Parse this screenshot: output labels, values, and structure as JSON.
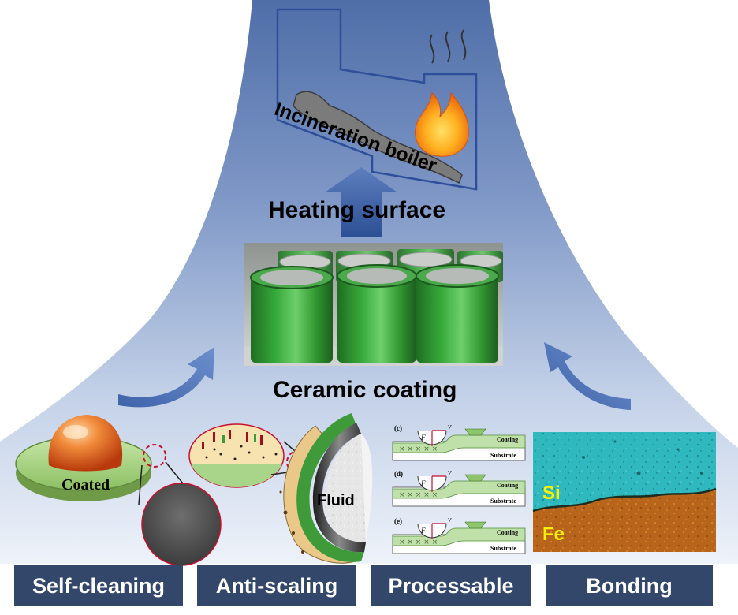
{
  "diagram": {
    "boiler_label": "Incineration boiler",
    "heating_surface_label": "Heating surface",
    "ceramic_coating_label": "Ceramic coating",
    "coated_label": "Coated",
    "fluid_label": "Fluid",
    "panels": [
      {
        "tag": "(c)",
        "velocity": "v",
        "force": "F",
        "coating": "Coating",
        "substrate": "Substrate"
      },
      {
        "tag": "(d)",
        "velocity": "v",
        "force": "F",
        "coating": "Coating",
        "substrate": "Substrate"
      },
      {
        "tag": "(e)",
        "velocity": "v",
        "force": "F",
        "coating": "Coating",
        "substrate": "Substrate"
      }
    ],
    "eds": {
      "upper": "Si",
      "lower": "Fe"
    },
    "features": [
      "Self-cleaning",
      "Anti-scaling",
      "Processable",
      "Bonding"
    ],
    "colors": {
      "funnel_dark": "#5b79b0",
      "label_box": "#33476b",
      "coating_green": "#2f9a2f",
      "si_cyan": "#2fb8bd",
      "fe_orange": "#b8651b",
      "flame": "#f28a17",
      "boiler_outline": "#2f4e9a"
    }
  }
}
